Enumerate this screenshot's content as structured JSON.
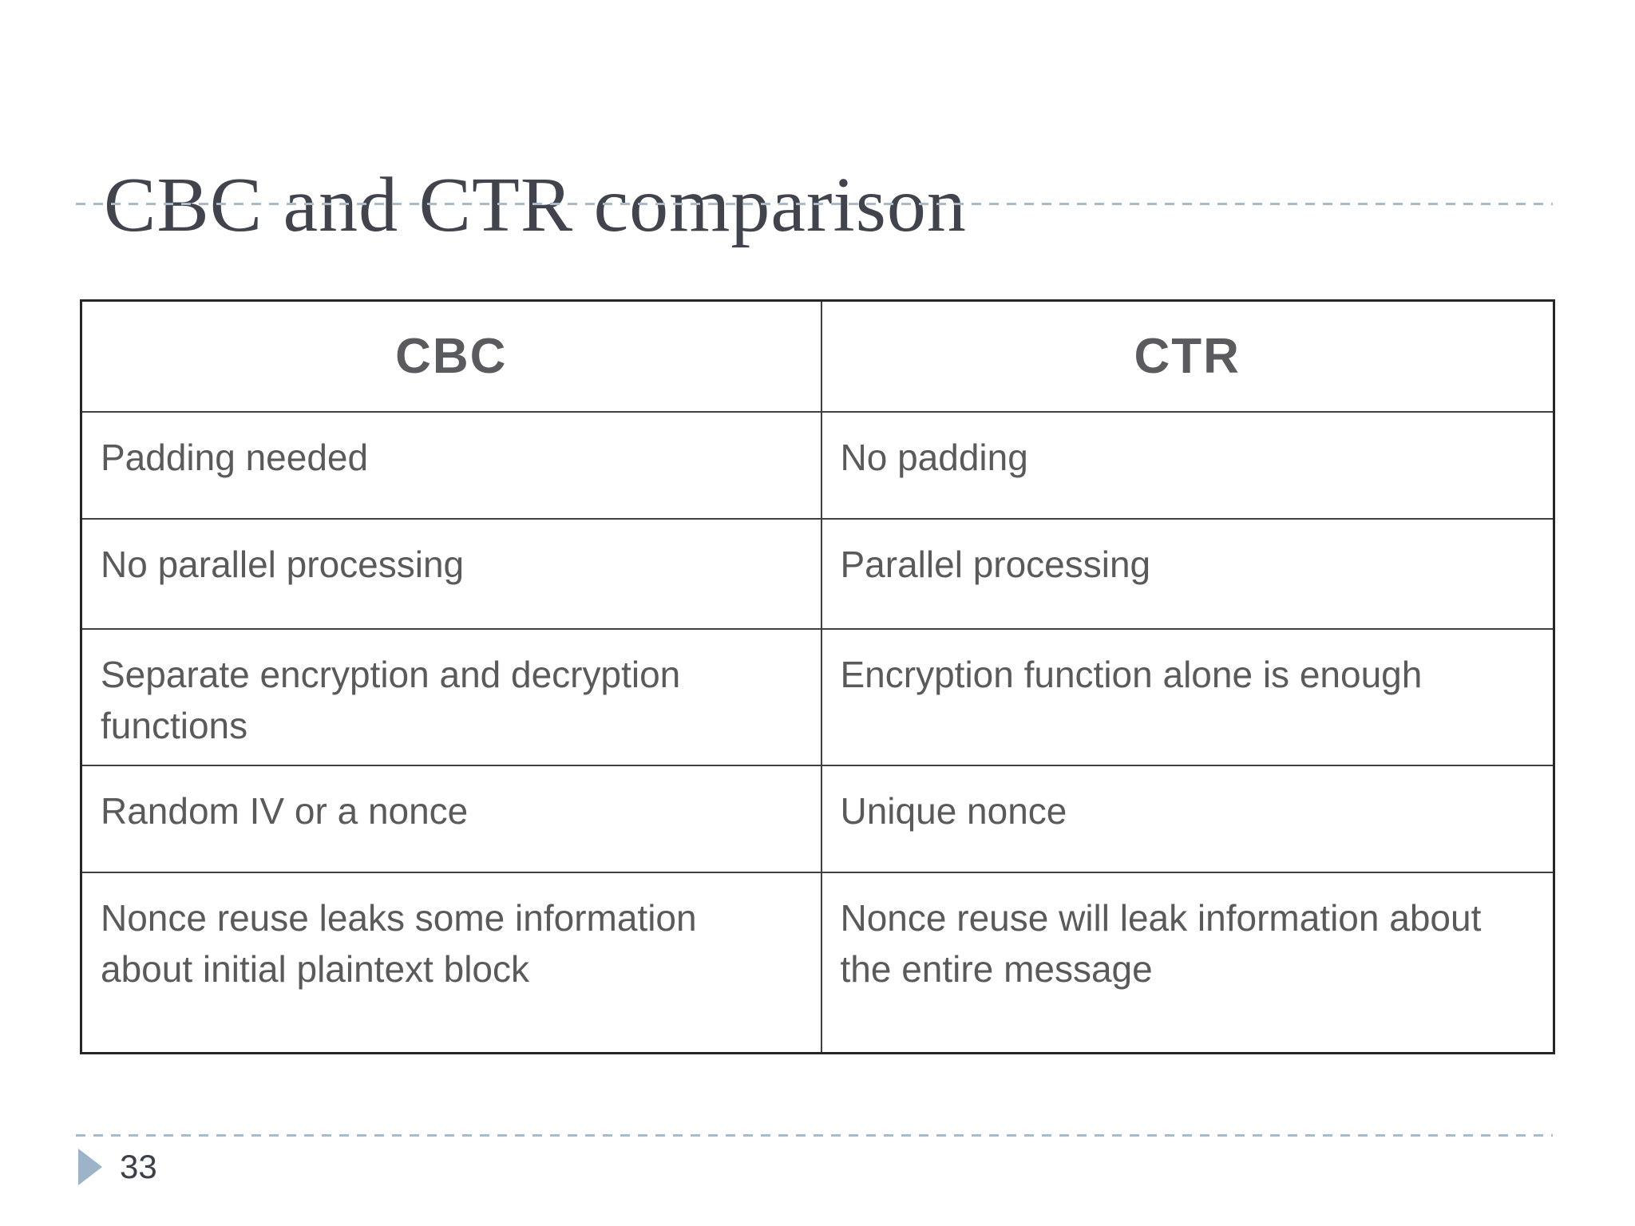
{
  "slide": {
    "title": "CBC and CTR comparison",
    "page_number": "33"
  },
  "table": {
    "headers": [
      "CBC",
      "CTR"
    ],
    "rows": [
      [
        "Padding needed",
        "No padding"
      ],
      [
        "No parallel processing",
        "Parallel processing"
      ],
      [
        "Separate encryption and decryption functions",
        "Encryption function alone is enough"
      ],
      [
        "Random IV or a nonce",
        "Unique nonce"
      ],
      [
        "Nonce reuse leaks some information about initial plaintext block",
        "Nonce reuse will leak information about the entire message"
      ]
    ]
  },
  "icons": {
    "pointer_triangle": "right-pointing-triangle-slide-marker"
  },
  "colors": {
    "title_text": "#41434d",
    "header_text": "#595b5e",
    "body_text": "#5a5a5a",
    "table_border_outer": "#262626",
    "table_border_inner": "#404040",
    "dashed_rule": "#a9bac9",
    "triangle": "#9db3c7",
    "page_number_text": "#3c4049",
    "background": "#ffffff"
  }
}
